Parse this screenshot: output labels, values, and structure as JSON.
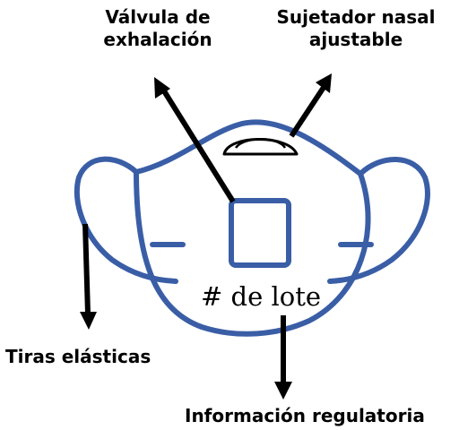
{
  "labels": {
    "valve_line1": "Válvula de",
    "valve_line2": "exhalación",
    "nose_line1": "Sujetador nasal",
    "nose_line2": "ajustable",
    "straps": "Tiras elásticas",
    "regulatory": "Información regulatoria",
    "lot_number": "# de lote"
  },
  "colors": {
    "mask_outline": "#3a5ea6",
    "arrows": "#000000",
    "background": "#ffffff"
  }
}
